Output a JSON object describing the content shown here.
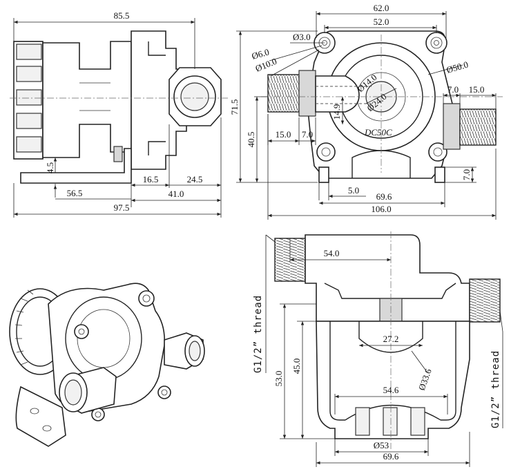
{
  "side_view": {
    "length_855": "85.5",
    "offset_45": "4.5",
    "length_565": "56.5",
    "length_165": "16.5",
    "length_245": "24.5",
    "length_410": "41.0",
    "length_975": "97.5"
  },
  "front_view": {
    "width_620": "62.0",
    "width_520": "52.0",
    "hole_dia_30": "Ø3.0",
    "boss_dia_60": "Ø6.0",
    "boss_dia_100": "Ø10.0",
    "body_dia_500": "Ø50.0",
    "bore_dia_140": "Ø14.0",
    "impeller_dia_240": "Ø24.0",
    "height_715": "71.5",
    "height_405": "40.5",
    "offset_149": "14.9",
    "port_len_150_left": "15.0",
    "port_step_70_left": "7.0",
    "port_step_70_right": "7.0",
    "port_len_150_right": "15.0",
    "foot_height_70": "7.0",
    "foot_gap_50": "5.0",
    "foot_span_696": "69.6",
    "overall_1060": "106.0",
    "logo_text": "DC50C"
  },
  "top_view": {
    "offset_540": "54.0",
    "inner_272": "27.2",
    "dia_336": "Ø33.6",
    "height_450": "45.0",
    "height_530": "53.0",
    "span_546": "54.6",
    "dia_53": "Ø53",
    "span_696": "69.6",
    "thread_left": "G1/2” thread",
    "thread_right": "G1/2” thread"
  }
}
